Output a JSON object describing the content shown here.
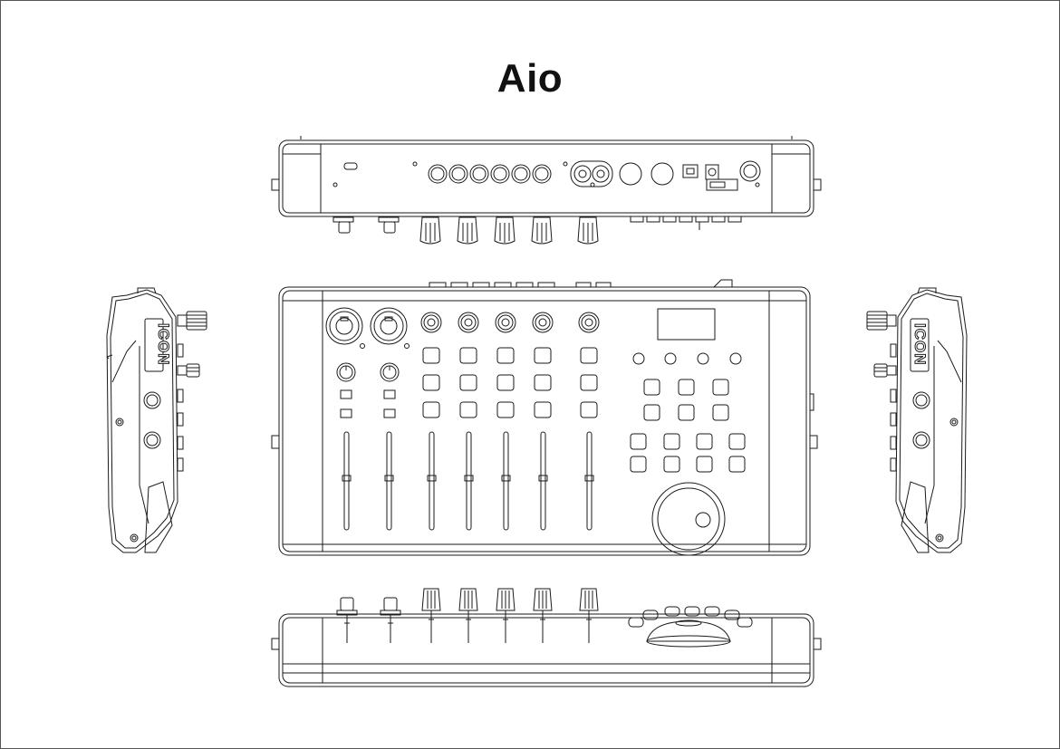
{
  "title": "Aio",
  "side_logo": "ICON",
  "views": {
    "rear": "rear-panel",
    "top": "top-panel",
    "front": "front-panel",
    "left": "left-side",
    "right": "right-side"
  },
  "top_panel": {
    "channel_strips": 5,
    "mic_preamps": 2,
    "function_buttons": 4,
    "pad_rows_upper": 2,
    "pad_rows_lower": 2
  }
}
